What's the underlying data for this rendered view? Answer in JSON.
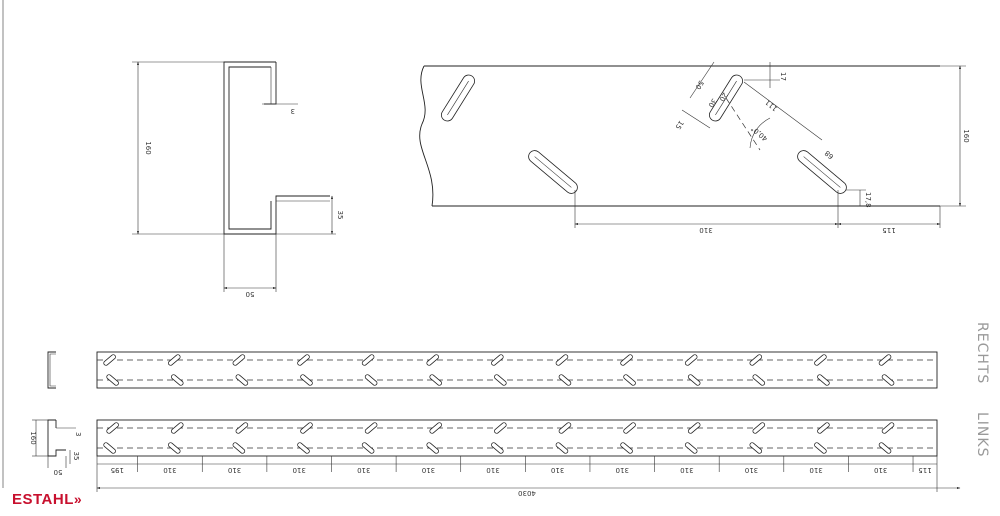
{
  "brand": {
    "name": "ESTAHL",
    "mark": "»",
    "color": "#c8102e"
  },
  "labels": {
    "right": "RECHTS",
    "left": "LINKS"
  },
  "profile_section": {
    "height": "160",
    "wall": "3",
    "lip": "35",
    "flange": "50"
  },
  "slot_detail": {
    "slot_width": "17",
    "slot_length": "50",
    "offset_a": "20",
    "offset_b": "30",
    "offset_c": "15",
    "slot_spacing": "111",
    "slot_length_2": "68",
    "angle": "40,0°",
    "edge_offset": "17,8",
    "pitch": "310",
    "end_offset": "115",
    "height": "160"
  },
  "elevation": {
    "profile_height": "160",
    "profile_wall": "3",
    "profile_flange": "50",
    "profile_lip": "35",
    "segments": [
      "195",
      "310",
      "310",
      "310",
      "310",
      "310",
      "310",
      "310",
      "310",
      "310",
      "310",
      "310",
      "310",
      "115"
    ],
    "total_length": "4030"
  }
}
